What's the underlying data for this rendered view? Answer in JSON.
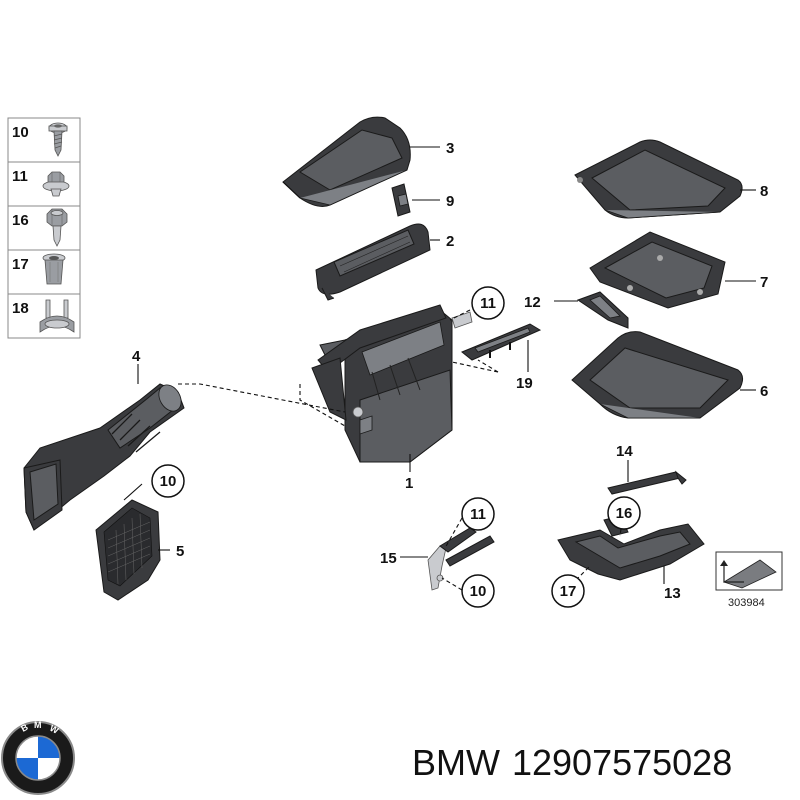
{
  "legend": [
    {
      "num": "10",
      "icon": "screw-icon"
    },
    {
      "num": "11",
      "icon": "flange-nut-icon"
    },
    {
      "num": "16",
      "icon": "hex-nut-icon"
    },
    {
      "num": "17",
      "icon": "expanding-nut-icon"
    },
    {
      "num": "18",
      "icon": "clamp-clip-icon"
    }
  ],
  "callouts": {
    "c1": "1",
    "c2": "2",
    "c3": "3",
    "c4": "4",
    "c5": "5",
    "c6": "6",
    "c7": "7",
    "c8": "8",
    "c9": "9",
    "c10a": "10",
    "c10b": "10",
    "c11a": "11",
    "c11b": "11",
    "c12": "12",
    "c13": "13",
    "c14": "14",
    "c15": "15",
    "c16": "16",
    "c17": "17",
    "c19": "19"
  },
  "reference_number": "303984",
  "footer": {
    "brand": "BMW",
    "part_number": "12907575028"
  },
  "colors": {
    "part": "#3a3b3e",
    "metal": "#c9cbcf",
    "bmw_blue": "#1c69d4",
    "bmw_ring": "#1a1a1a"
  }
}
